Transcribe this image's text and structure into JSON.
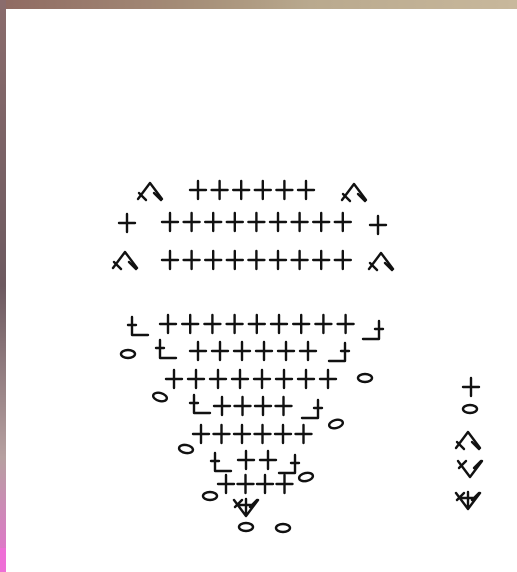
{
  "chart_title": "",
  "stitch_symbols": [
    "sc",
    "ch",
    "sc2tog",
    "sc-inc",
    "sc3-inc"
  ],
  "legend_symbols": [
    "sc",
    "ch",
    "sc2tog",
    "sc-inc",
    "sc3-inc"
  ],
  "ink_color": "#111111",
  "paper_color": "#ffffff"
}
